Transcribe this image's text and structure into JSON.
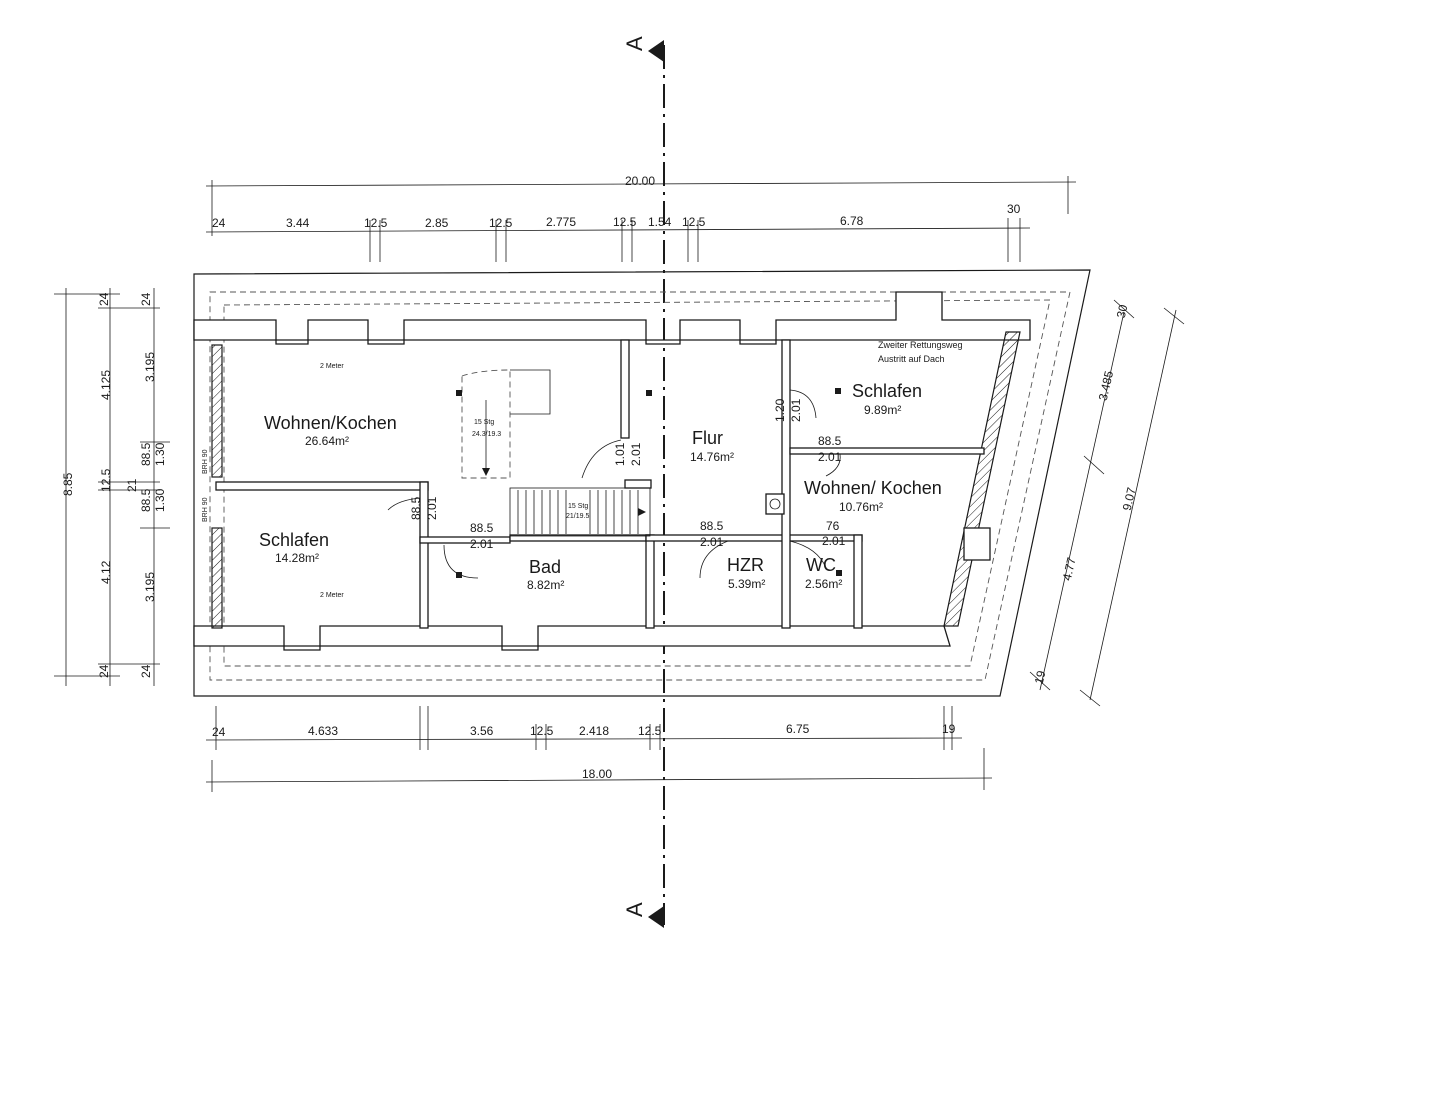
{
  "section_marker": "A",
  "dims_top": {
    "overall": "20.00",
    "segments": [
      "24",
      "3.44",
      "12.5",
      "2.85",
      "12.5",
      "2.775",
      "12.5",
      "1.54",
      "12.5",
      "6.78",
      "30"
    ]
  },
  "dims_bottom": {
    "overall": "18.00",
    "segments": [
      "24",
      "4.633",
      "3.56",
      "12.5",
      "2.418",
      "12.5",
      "6.75",
      "19"
    ]
  },
  "dims_left": {
    "overall": "8.85",
    "mid": [
      "24",
      "4.125",
      "12.5",
      "4.12",
      "24"
    ],
    "inner": [
      "24",
      "3.195",
      "88.5",
      "1.30",
      "21",
      "88.5",
      "1.30",
      "3.195",
      "24"
    ]
  },
  "dims_right": {
    "overall": "9.07",
    "mid": [
      "30",
      "3.485",
      "4.77",
      "19"
    ]
  },
  "rooms": [
    {
      "name": "Wohnen/Kochen",
      "area": "26.64m²"
    },
    {
      "name": "Schlafen",
      "area": "14.28m²"
    },
    {
      "name": "Bad",
      "area": "8.82m²"
    },
    {
      "name": "Flur",
      "area": "14.76m²"
    },
    {
      "name": "HZR",
      "area": "5.39m²"
    },
    {
      "name": "WC",
      "area": "2.56m²"
    },
    {
      "name": "Schlafen",
      "area": "9.89m²"
    },
    {
      "name": "Wohnen/ Kochen",
      "area": "10.76m²"
    }
  ],
  "door_labels": {
    "d1_w": "88.5",
    "d1_h": "2.01",
    "d2_w": "88.5",
    "d2_h": "2.01",
    "d3_w": "1.01",
    "d3_h": "2.01",
    "d4_w": "88.5",
    "d4_h": "2.01",
    "d5_w": "76",
    "d5_h": "2.01",
    "d6_w": "1.20",
    "d6_h": "2.01",
    "d7_w": "88.5",
    "d7_h": "2.01"
  },
  "notes": {
    "escape_route_1": "Zweiter Rettungsweg",
    "escape_route_2": "Austritt auf Dach",
    "meter_top": "2 Meter",
    "meter_bottom": "2 Meter",
    "brh_1": "BRH 90",
    "brh_2": "BRH 90",
    "stair_upper_1": "15 Stg",
    "stair_upper_2": "24.3/19.3",
    "stair_lower_1": "15 Stg",
    "stair_lower_2": "21/19.5"
  }
}
